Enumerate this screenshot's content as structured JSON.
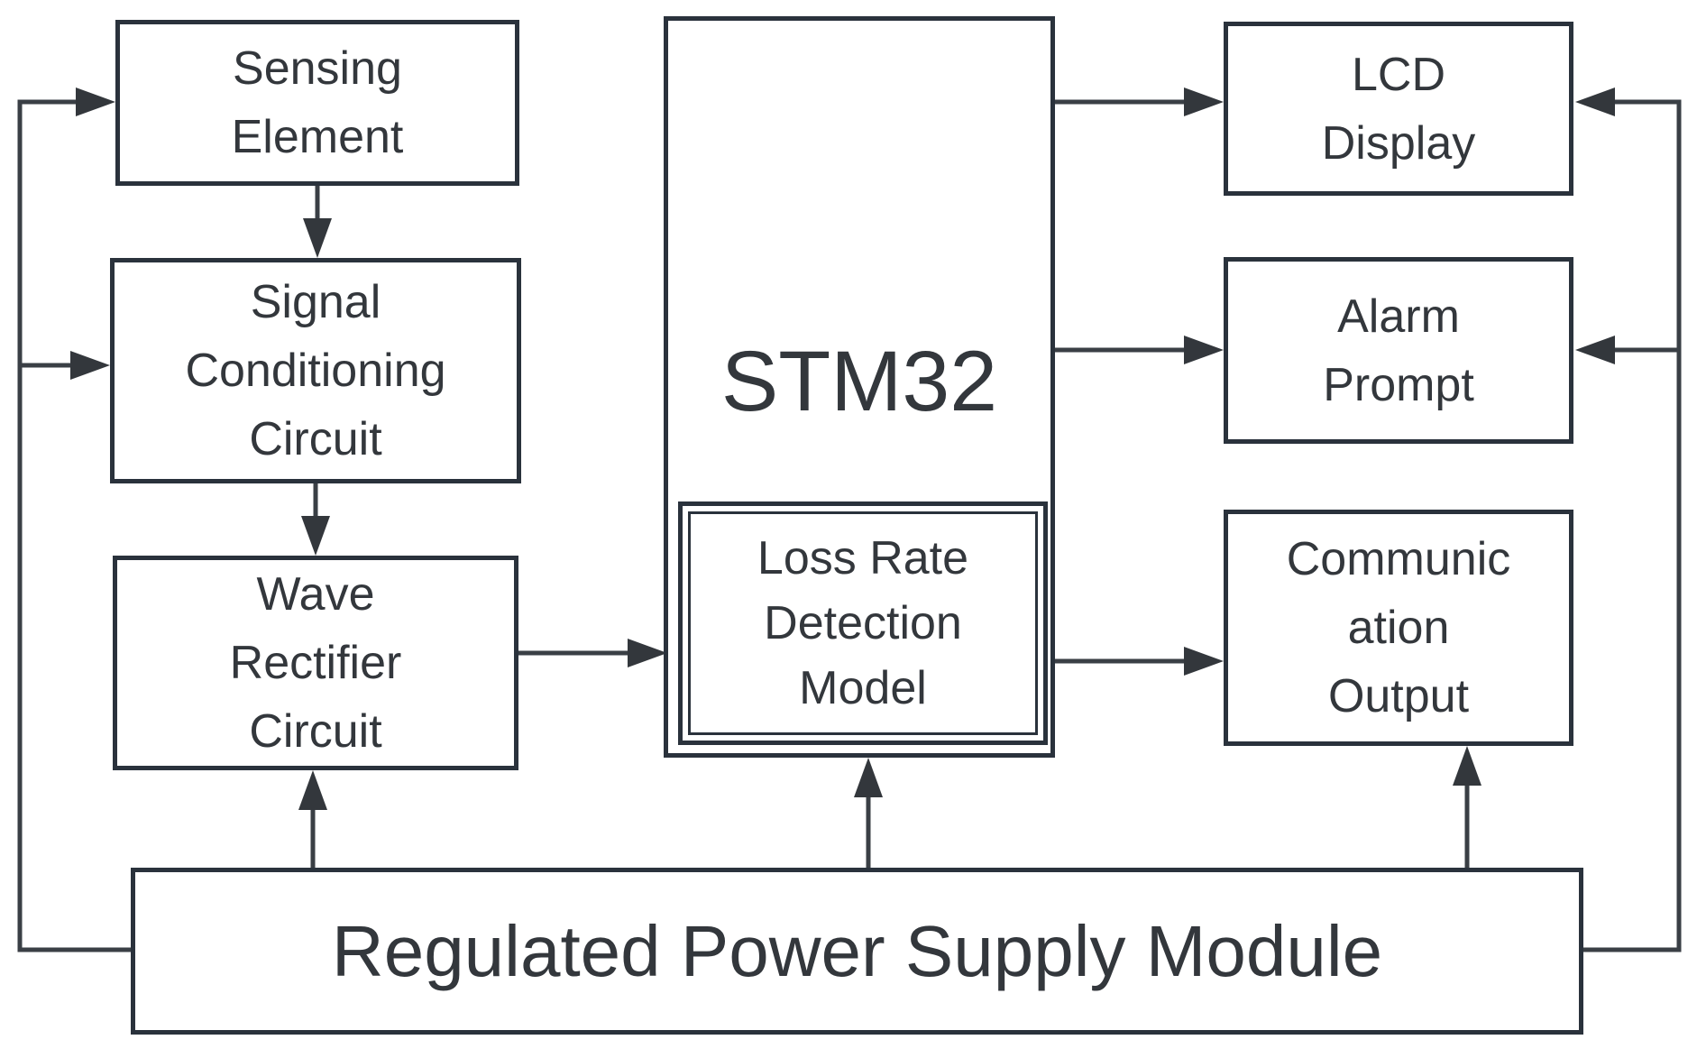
{
  "diagram": {
    "type": "block-diagram",
    "title": "STM32 loss-rate detection system block diagram",
    "colors": {
      "border": "#2a323c",
      "wire": "#3a3f45",
      "arrowhead": "#33373c",
      "text": "#33373c",
      "background": "#ffffff"
    },
    "nodes": {
      "sensing": {
        "lines": [
          "Sensing",
          "Element"
        ]
      },
      "signal": {
        "lines": [
          "Signal",
          "Conditioning",
          "Circuit"
        ]
      },
      "wave": {
        "lines": [
          "Wave",
          "Rectifier",
          "Circuit"
        ]
      },
      "stm32": {
        "label": "STM32"
      },
      "loss": {
        "lines": [
          "Loss Rate",
          "Detection",
          "Model"
        ]
      },
      "lcd": {
        "lines": [
          "LCD",
          "Display"
        ]
      },
      "alarm": {
        "lines": [
          "Alarm",
          "Prompt"
        ]
      },
      "comm": {
        "lines": [
          "Communic",
          "ation",
          "Output"
        ]
      },
      "power": {
        "label": "Regulated Power Supply Module"
      }
    },
    "edges": [
      {
        "from": "sensing",
        "to": "signal",
        "kind": "arrow"
      },
      {
        "from": "signal",
        "to": "wave",
        "kind": "arrow"
      },
      {
        "from": "wave",
        "to": "stm32",
        "kind": "arrow"
      },
      {
        "from": "stm32",
        "to": "lcd",
        "kind": "arrow"
      },
      {
        "from": "stm32",
        "to": "alarm",
        "kind": "arrow"
      },
      {
        "from": "stm32",
        "to": "comm",
        "kind": "arrow"
      },
      {
        "from": "power",
        "to": "wave",
        "kind": "arrow"
      },
      {
        "from": "power",
        "to": "stm32",
        "kind": "arrow"
      },
      {
        "from": "power",
        "to": "comm",
        "kind": "arrow"
      },
      {
        "from": "power",
        "to": "sensing",
        "kind": "arrow",
        "via": "left-rail"
      },
      {
        "from": "power",
        "to": "signal",
        "kind": "arrow",
        "via": "left-rail"
      },
      {
        "from": "power",
        "to": "lcd",
        "kind": "arrow",
        "via": "right-rail"
      },
      {
        "from": "power",
        "to": "alarm",
        "kind": "arrow",
        "via": "right-rail"
      }
    ]
  }
}
